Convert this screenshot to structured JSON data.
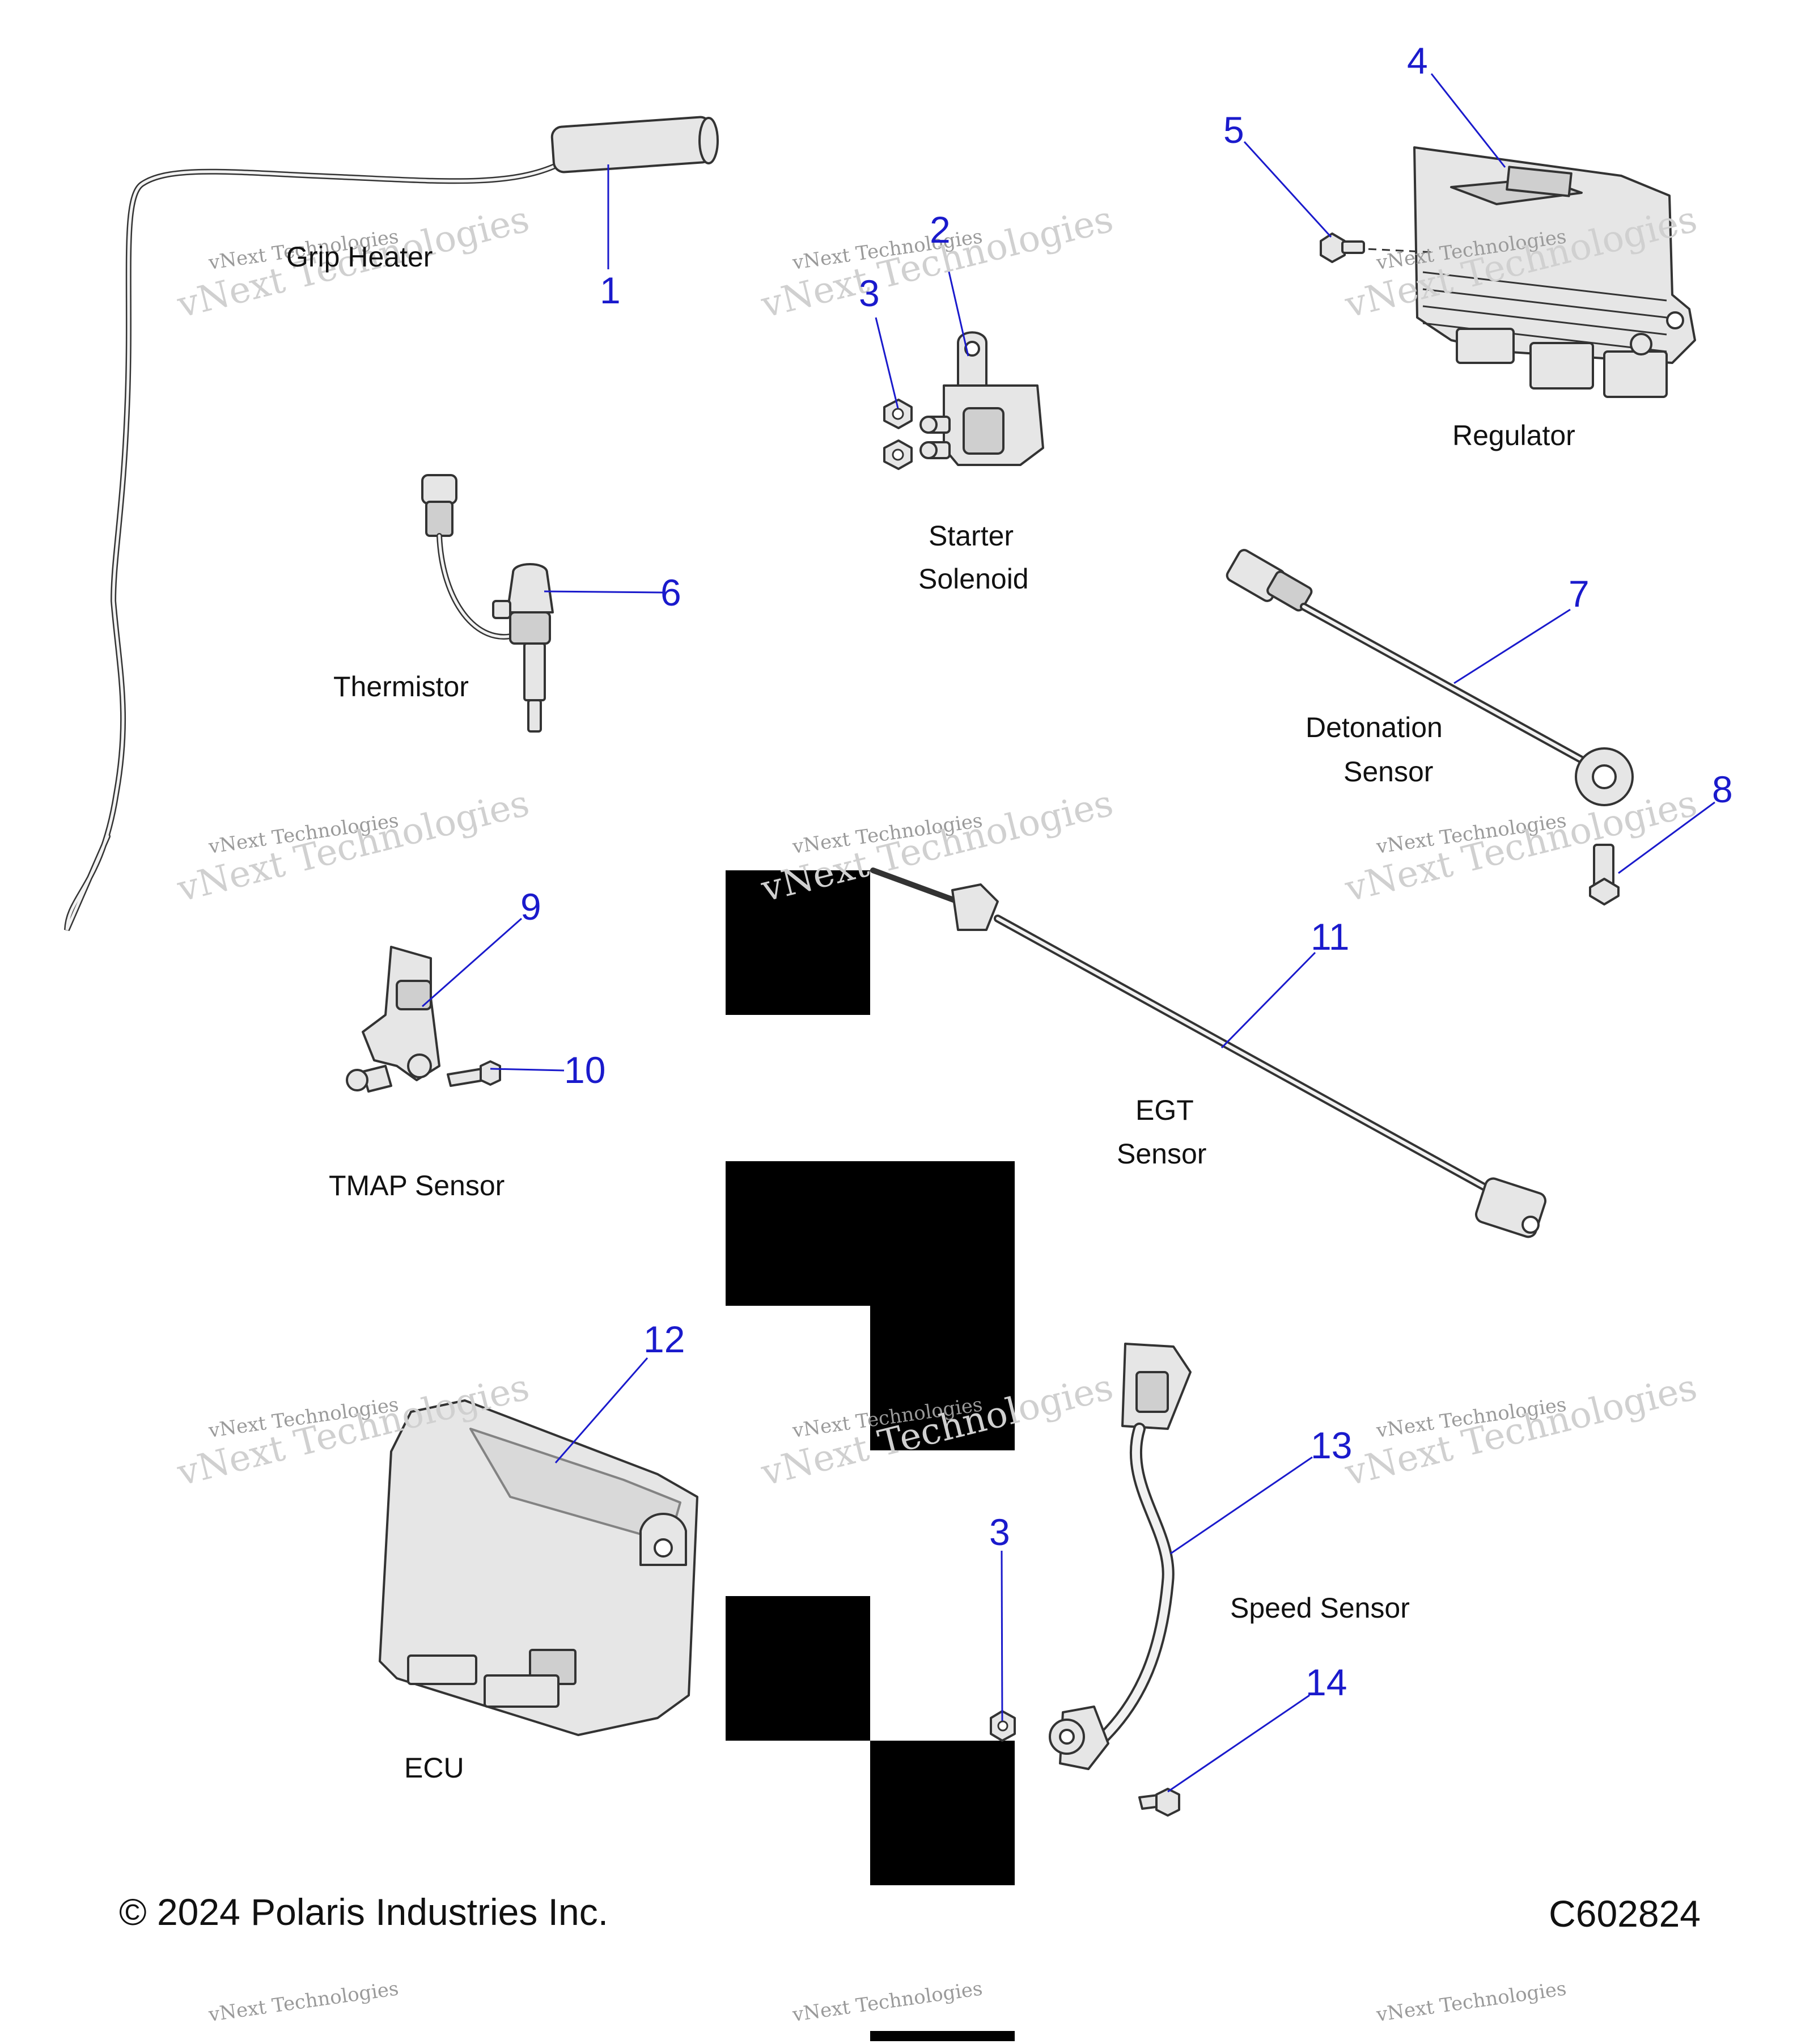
{
  "diagram": {
    "part_labels": [
      "Grip Heater",
      "Starter",
      "Solenoid",
      "Regulator",
      "Thermistor",
      "Detonation",
      "Sensor",
      "TMAP Sensor",
      "EGT",
      "Sensor",
      "ECU",
      "Speed Sensor"
    ],
    "callouts": [
      "1",
      "2",
      "3",
      "4",
      "5",
      "6",
      "7",
      "8",
      "9",
      "10",
      "11",
      "12",
      "13",
      "3",
      "14"
    ],
    "watermark": {
      "line1": "vNext Technologies",
      "line2": "vNext Technologies"
    },
    "copyright": "© 2024 Polaris Industries Inc.",
    "figure_code": "C602824",
    "colors": {
      "callout": "#1a1acc",
      "label": "#111111",
      "part_fill": "#e6e6e6",
      "redaction": "#000000"
    }
  }
}
